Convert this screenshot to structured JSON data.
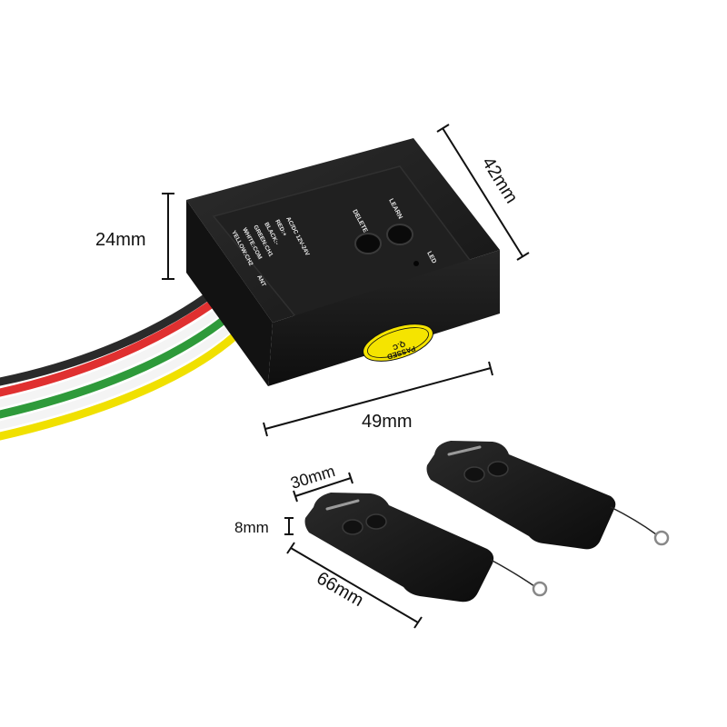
{
  "dimensions": {
    "receiver_height": "24mm",
    "receiver_depth": "42mm",
    "receiver_width": "49mm",
    "remote_width": "30mm",
    "remote_thickness": "8mm",
    "remote_length": "66mm"
  },
  "receiver": {
    "buttons": {
      "delete": "DELETE",
      "learn": "LEARN"
    },
    "led_label": "LED",
    "wiring_legend": [
      "AC/DC 12V-24V",
      "RED:+",
      "BLACK:-",
      "GREEN:CH1",
      "WHITE:COM",
      "YELLOW:CH2"
    ],
    "ant_label": "ANT",
    "sticker": {
      "line1": "Q.C",
      "line2": "PASSED"
    }
  },
  "colors": {
    "case": "#1e1e1e",
    "sticker": "#f5e400",
    "wires": [
      "#2a2a2a",
      "#e03030",
      "#ffffff",
      "#2e9a3a",
      "#ffffff",
      "#f0e000"
    ]
  }
}
